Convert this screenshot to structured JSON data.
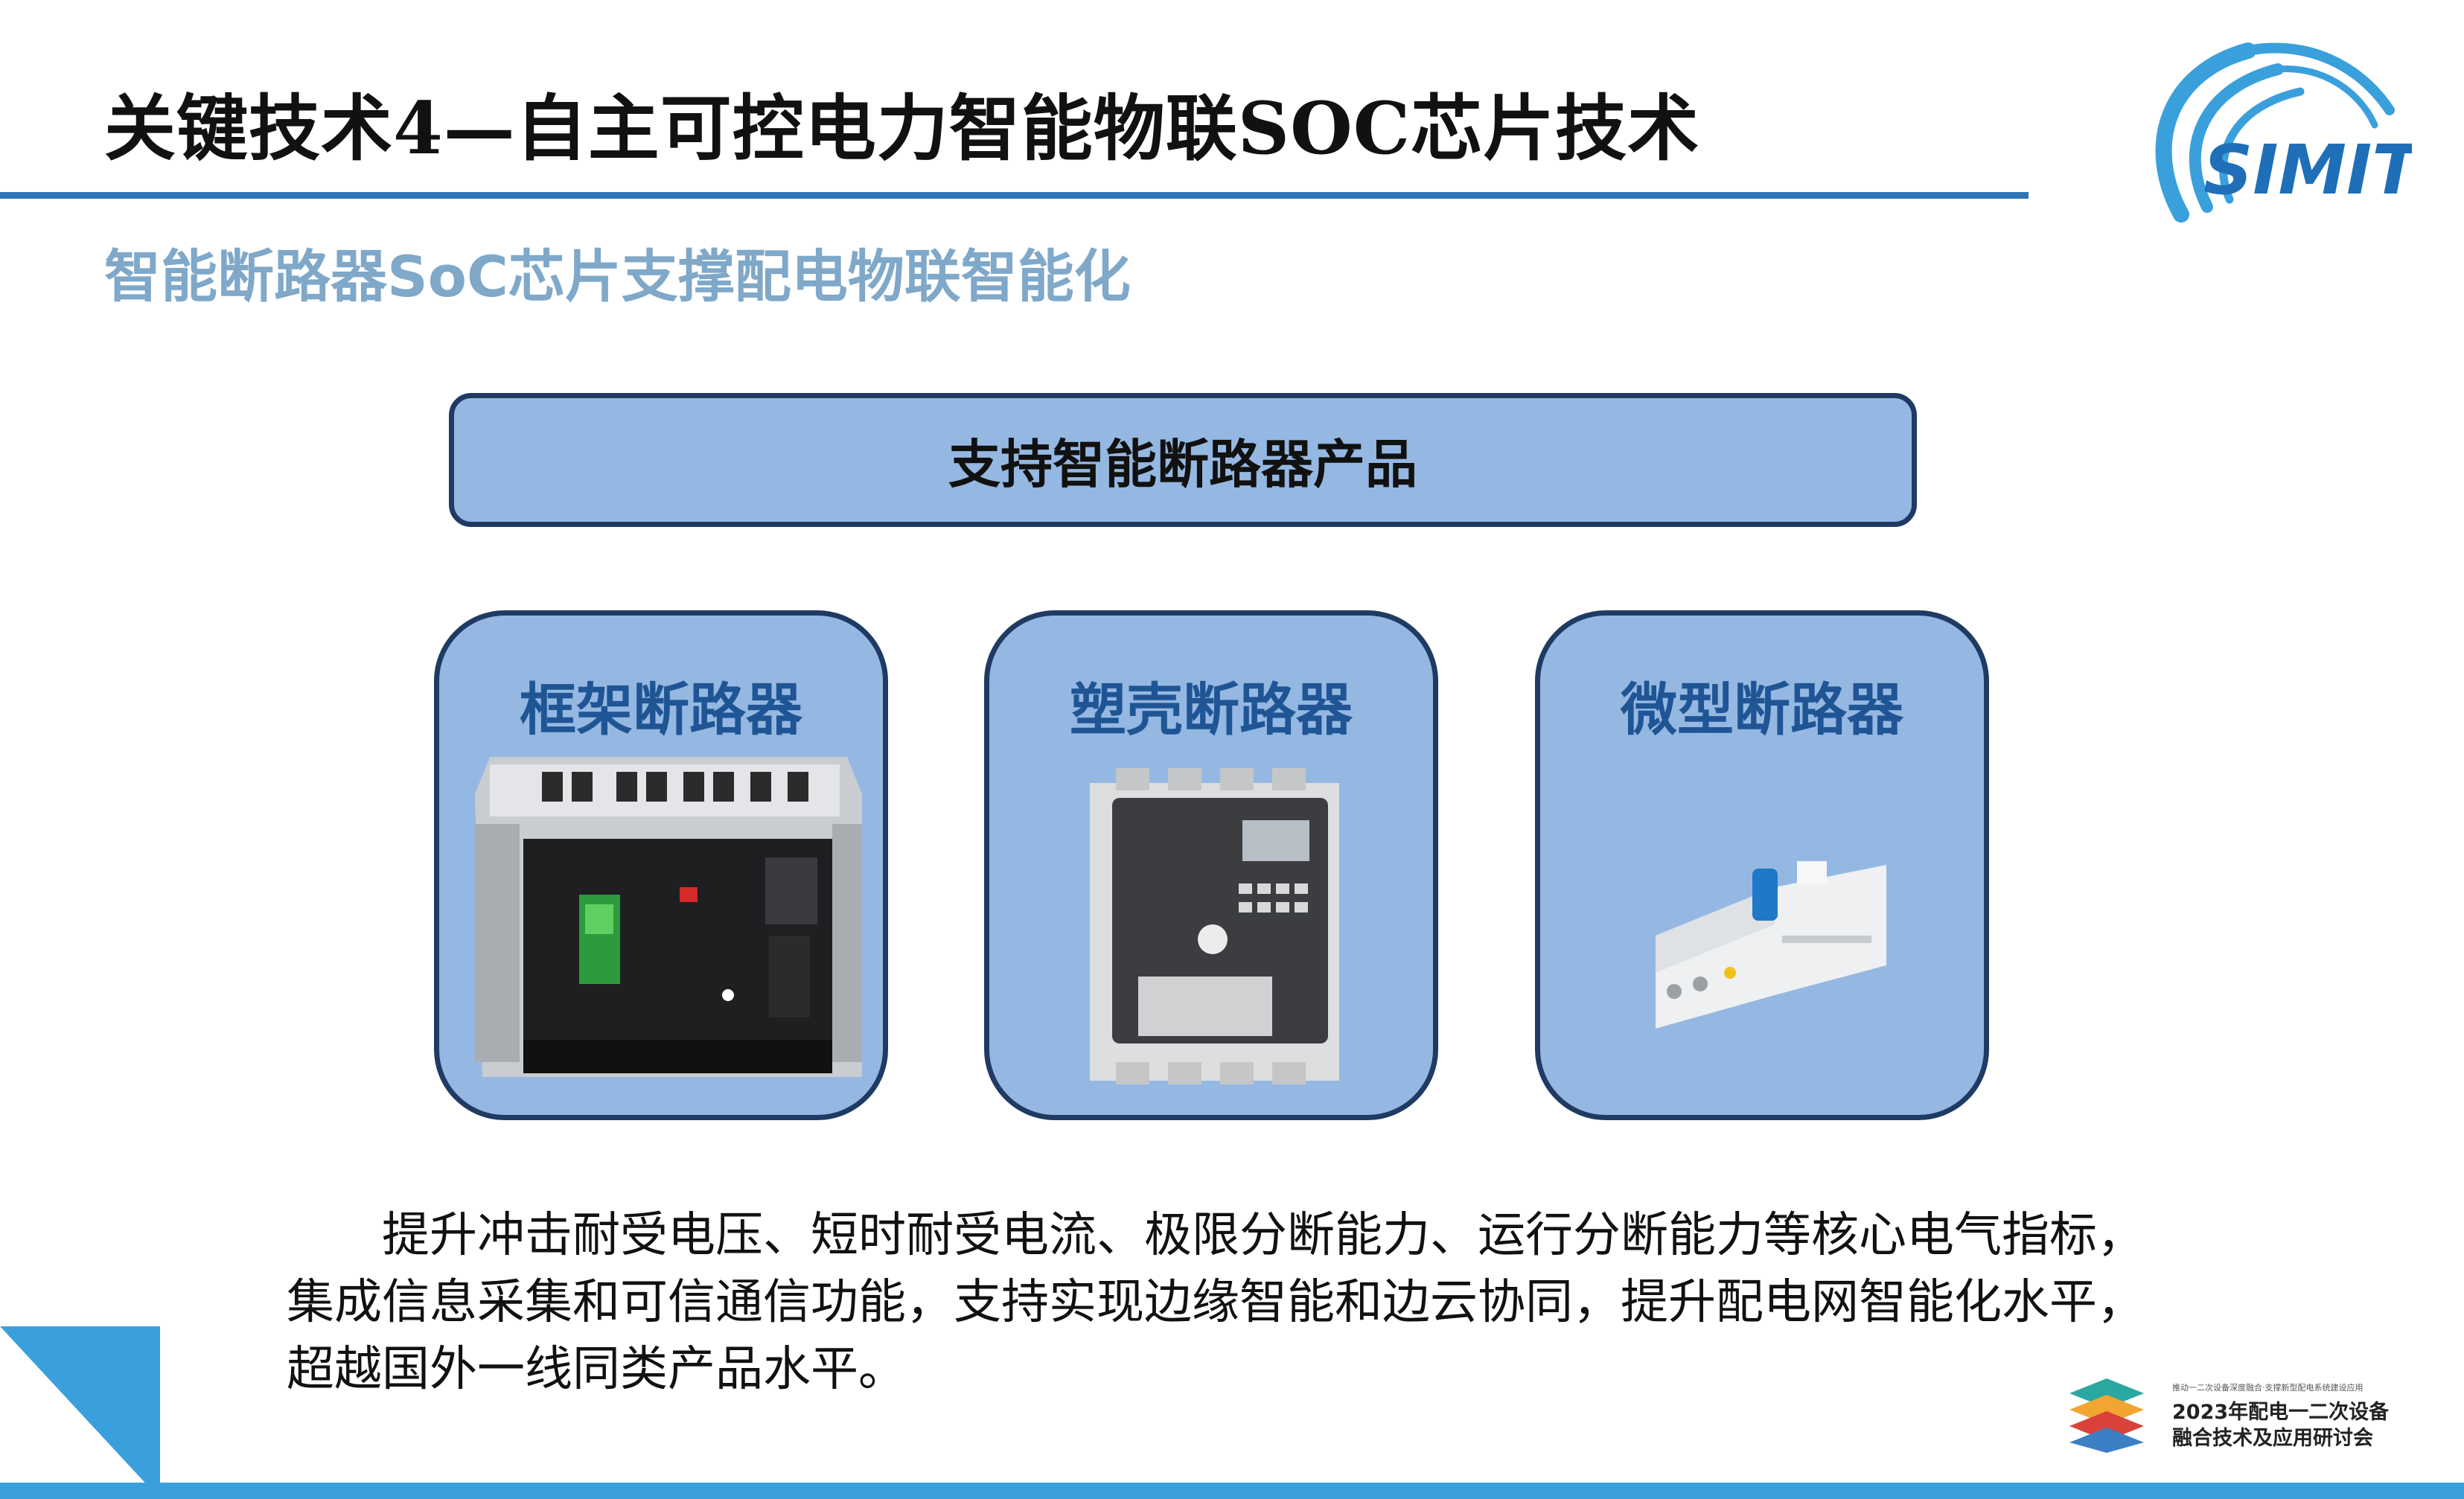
{
  "header": {
    "title": "关键技术4—自主可控电力智能物联SOC芯片技术",
    "logo_text": "SIMIT"
  },
  "subtitle": "智能断路器SoC芯片支撑配电物联智能化",
  "banner": {
    "label": "支持智能断路器产品"
  },
  "cards": [
    {
      "title": "框架断路器",
      "image": "air-circuit-breaker-photo"
    },
    {
      "title": "塑壳断路器",
      "image": "molded-case-circuit-breaker-photo"
    },
    {
      "title": "微型断路器",
      "image": "miniature-circuit-breaker-photo"
    }
  ],
  "body": {
    "lines": [
      "提升冲击耐受电压、短时耐受电流、极限分断能力、运行分断能力等核心电气指标，",
      "集成信息采集和可信通信功能，支持实现边缘智能和边云协同，提升配电网智能化水平，",
      "超越国外一线同类产品水平。"
    ]
  },
  "conference": {
    "small_text": "推动一二次设备深度融合·支撑新型配电系统建设应用",
    "line1": "2023年配电一二次设备",
    "line2": "融合技术及应用研讨会"
  },
  "colors": {
    "accent_blue": "#2e75b6",
    "box_fill": "#95b8e2",
    "box_border": "#1f3b63",
    "card_title": "#1f5594",
    "subtitle": "#7fa8c9"
  }
}
